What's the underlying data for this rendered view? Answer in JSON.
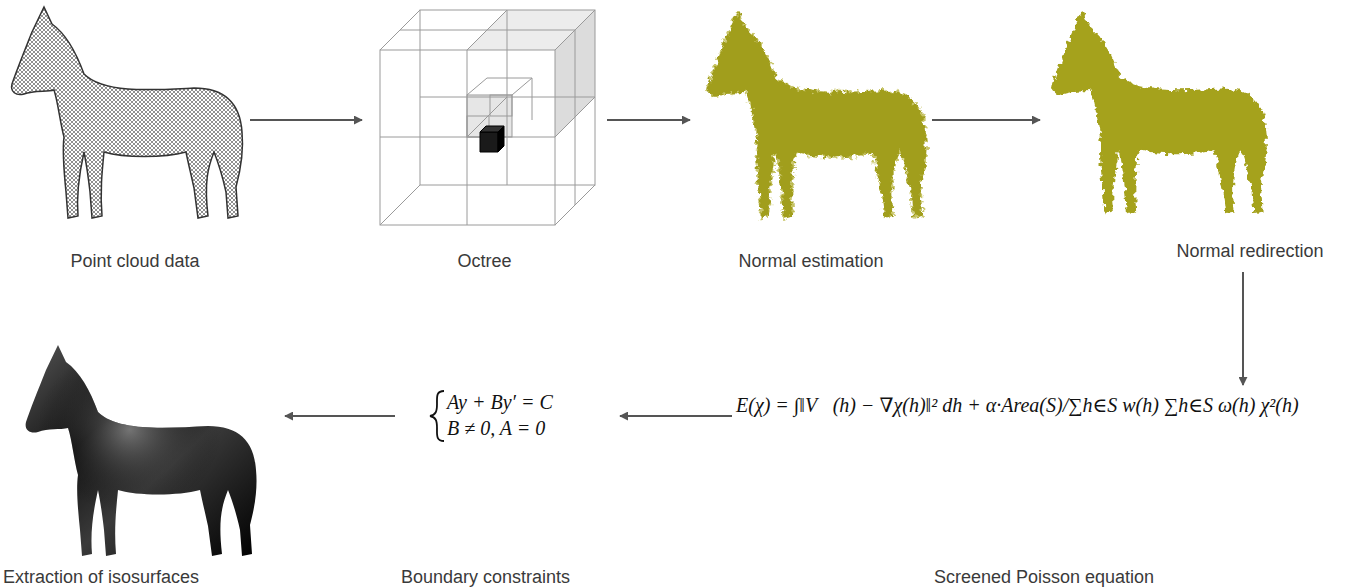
{
  "diagram": {
    "nodes": [
      {
        "text": [
          "Point cloud data"
        ]
      },
      {
        "text": [
          "Octree"
        ]
      },
      {
        "text": [
          "Normal estimation"
        ]
      },
      {
        "text": [
          "Normal redirection"
        ]
      },
      {
        "text": [
          "E(χ) = ∫‖V⃗(h) − ∇χ(h)‖² dh + α·Area(S)/∑h∈S w(h) ∑h∈S ω(h) χ²(h)",
          "Screened Poisson equation"
        ]
      },
      {
        "text": [
          "Ay + By′ = C",
          "B ≠ 0, A = 0",
          "Boundary constraints"
        ]
      },
      {
        "text": [
          "Extraction of isosurfaces"
        ]
      }
    ],
    "edges": [
      {
        "from": 0,
        "to": 1,
        "arrow": "to"
      },
      {
        "from": 1,
        "to": 2,
        "arrow": "to"
      },
      {
        "from": 2,
        "to": 3,
        "arrow": "to"
      },
      {
        "from": 3,
        "to": 4,
        "arrow": "to"
      },
      {
        "from": 4,
        "to": 5,
        "arrow": "to"
      },
      {
        "from": 5,
        "to": 6,
        "arrow": "to"
      }
    ]
  }
}
